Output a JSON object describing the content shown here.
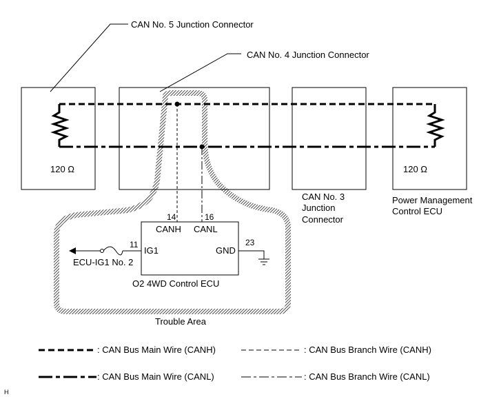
{
  "labels": {
    "can5": "CAN No. 5 Junction Connector",
    "can4": "CAN No. 4 Junction Connector",
    "can3_l1": "CAN No. 3",
    "can3_l2": "Junction",
    "can3_l3": "Connector",
    "pm_l1": "Power Management",
    "pm_l2": "Control ECU",
    "res_left": "120 Ω",
    "res_right": "120 Ω",
    "ecu_name": "O2  4WD Control ECU",
    "pin_14": "14",
    "pin_16": "16",
    "pin_11": "11",
    "pin_23": "23",
    "canh": "CANH",
    "canl": "CANL",
    "ig1": "IG1",
    "gnd": "GND",
    "fuse": "ECU-IG1 No. 2",
    "trouble_area": "Trouble Area",
    "corner_mark": "H"
  },
  "legend": {
    "main_canh": ": CAN Bus Main Wire (CANH)",
    "branch_canh": ": CAN Bus Branch Wire (CANH)",
    "main_canl": ": CAN Bus Main Wire (CANL)",
    "branch_canl": ": CAN Bus Branch Wire (CANL)"
  }
}
